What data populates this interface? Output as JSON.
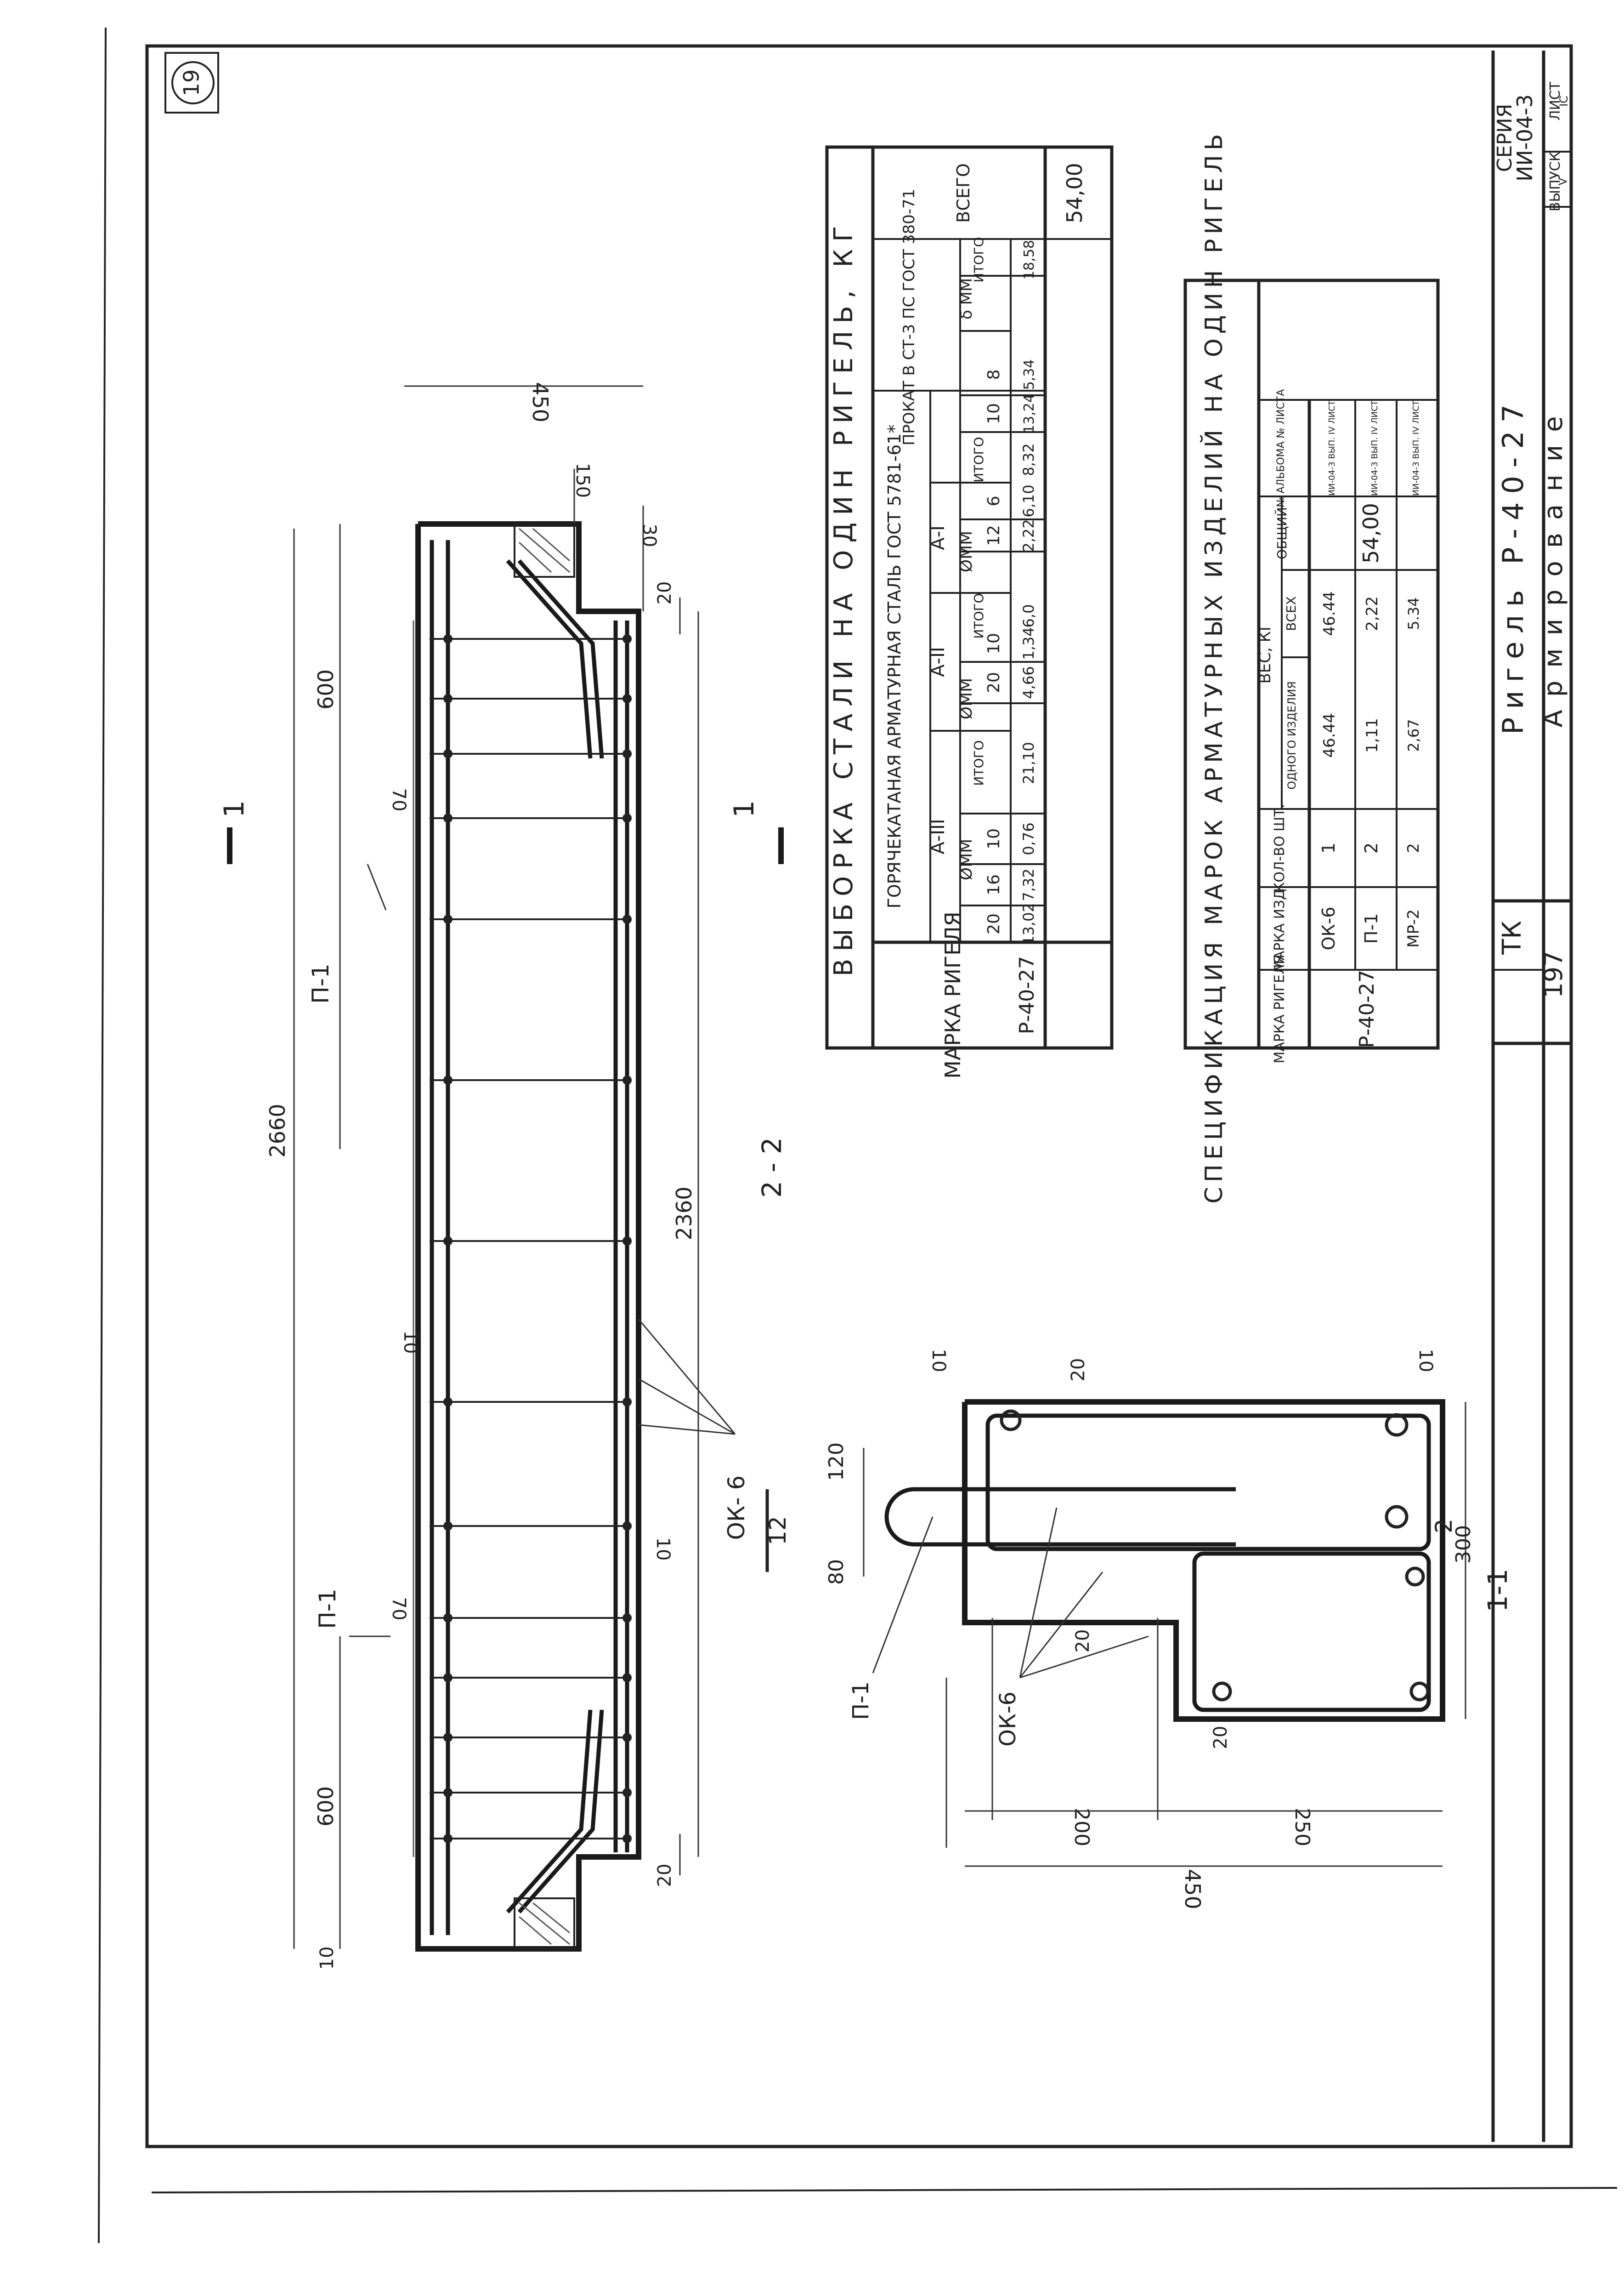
{
  "sheet": {
    "corner_mark": "19",
    "series_label": "СЕРИЯ",
    "series_code": "ИИ-04-3",
    "issue_label": "ВЫПУСК",
    "issue_value": "V",
    "sheet_label": "ЛИСТ",
    "sheet_value": "IC",
    "tk": "ТК",
    "number": "197",
    "title": "Ригель Р-40-27",
    "subtitle": "Армирование"
  },
  "beam_view": {
    "dim_2660": "2660",
    "dim_2360": "2360",
    "dim_600_left": "600",
    "dim_600_right": "600",
    "dim_450": "450",
    "dim_150": "150",
    "dim_30": "30",
    "dim_20_a": "20",
    "dim_20_b": "20",
    "dim_70_a": "70",
    "dim_70_b": "70",
    "dim_10_a": "10",
    "dim_10_b": "10",
    "dim_10_c": "10",
    "label_p1_a": "П-1",
    "label_p1_b": "П-1",
    "label_ok6": "ОК- 6",
    "label_ok6_num": "12",
    "section_mark_a": "1",
    "section_mark_b": "1",
    "section_2_2": "2 - 2"
  },
  "section_view": {
    "dim_10_top": "10",
    "dim_10_top_b": "10",
    "dim_20_a": "20",
    "dim_20_b": "20",
    "dim_20_c": "20",
    "dim_120": "120",
    "dim_80": "80",
    "dim_300": "300",
    "dim_200": "200",
    "dim_250": "250",
    "dim_450": "450",
    "label_p1": "П-1",
    "label_ok6": "ОК-6",
    "section_1_1": "1-1",
    "section_1_1_num": "2"
  },
  "steel_table": {
    "title": "ВЫБОРКА СТАЛИ НА ОДИН РИГЕЛЬ, КГ",
    "head_marka": "МАРКА РИГЕЛЯ",
    "head_hot": "ГОРЯЧЕКАТАНАЯ АРМАТУРНАЯ СТАЛЬ ГОСТ 5781-61*",
    "head_prokat": "ПРОКАТ В СТ-3 ПС ГОСТ 380-71",
    "head_total": "ВСЕГО",
    "classes": [
      "А-III",
      "А-II",
      "А-I"
    ],
    "diam_label": "ØММ",
    "thick_label": "δ ММ",
    "itogo": "ИТОГО",
    "diams_a3": [
      "20",
      "16",
      "10"
    ],
    "diams_a2": [
      "20",
      "10"
    ],
    "diams_a1": [
      "12",
      "6"
    ],
    "thick_vals": [
      "10",
      "8"
    ],
    "row": {
      "marka": "Р-40-27",
      "a3": [
        "13,02",
        "7,32",
        "0,76"
      ],
      "a3_total": "21,10",
      "a2": [
        "4,66",
        "1,34"
      ],
      "a2_total": "6,0",
      "a1": [
        "2,22",
        "6,10"
      ],
      "a1_total": "8,32",
      "prokat": [
        "13,24",
        "5,34"
      ],
      "prokat_total": "18,58",
      "grand_total": "54,00"
    }
  },
  "spec_table": {
    "title": "СПЕЦИФИКАЦИЯ МАРОК АРМАТУРНЫХ ИЗДЕЛИЙ НА ОДИН РИГЕЛЬ",
    "head_marka": "МАРКА РИГЕЛЯ",
    "head_izd": "МАРКА ИЗД.",
    "head_qty": "КОЛ-ВО ШТ.",
    "head_weight": "ВЕС, КГ",
    "head_one": "ОДНОГО ИЗДЕЛИЯ",
    "head_all": "ВСЕХ",
    "head_total": "ОБЩИЙ",
    "head_album": "№ АЛЬБОМА № ЛИСТА",
    "marka": "Р-40-27",
    "rows": [
      {
        "izd": "ОК-6",
        "qty": "1",
        "one": "46.44",
        "all": "46.44",
        "album": "ИИ-04-3 ВЫП. IV ЛИСТ"
      },
      {
        "izd": "П-1",
        "qty": "2",
        "one": "1,11",
        "all": "2,22",
        "album": "ИИ-04-3 ВЫП. IV ЛИСТ"
      },
      {
        "izd": "МР-2",
        "qty": "2",
        "one": "2,67",
        "all": "5.34",
        "album": "ИИ-04-3 ВЫП. IV ЛИСТ"
      }
    ],
    "total": "54,00"
  }
}
